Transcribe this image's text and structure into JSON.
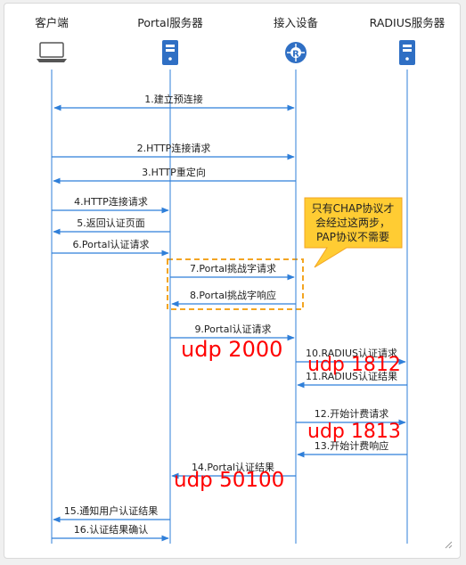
{
  "participants": [
    {
      "label": "客户端",
      "icon": "laptop-icon"
    },
    {
      "label": "Portal服务器",
      "icon": "server-icon"
    },
    {
      "label": "接入设备",
      "icon": "router-icon"
    },
    {
      "label": "RADIUS服务器",
      "icon": "server-icon"
    }
  ],
  "messages": [
    {
      "label": "1.建立预连接",
      "from": 0,
      "to": 2,
      "bidirectional": true
    },
    {
      "label": "2.HTTP连接请求",
      "from": 0,
      "to": 2
    },
    {
      "label": "3.HTTP重定向",
      "from": 2,
      "to": 0
    },
    {
      "label": "4.HTTP连接请求",
      "from": 0,
      "to": 1
    },
    {
      "label": "5.返回认证页面",
      "from": 1,
      "to": 0
    },
    {
      "label": "6.Portal认证请求",
      "from": 0,
      "to": 1
    },
    {
      "label": "7.Portal挑战字请求",
      "from": 1,
      "to": 2
    },
    {
      "label": "8.Portal挑战字响应",
      "from": 2,
      "to": 1
    },
    {
      "label": "9.Portal认证请求",
      "from": 1,
      "to": 2
    },
    {
      "label": "10.RADIUS认证请求",
      "from": 2,
      "to": 3
    },
    {
      "label": "11.RADIUS认证结果",
      "from": 3,
      "to": 2
    },
    {
      "label": "12.开始计费请求",
      "from": 2,
      "to": 3
    },
    {
      "label": "13.开始计费响应",
      "from": 3,
      "to": 2
    },
    {
      "label": "14.Portal认证结果",
      "from": 2,
      "to": 1
    },
    {
      "label": "15.通知用户认证结果",
      "from": 1,
      "to": 0
    },
    {
      "label": "16.认证结果确认",
      "from": 0,
      "to": 1
    }
  ],
  "callout": {
    "lines": [
      "只有CHAP协议才",
      "会经过这两步，",
      "PAP协议不需要"
    ]
  },
  "annotations": [
    {
      "label": "udp 2000"
    },
    {
      "label": "udp 1812"
    },
    {
      "label": "udp 1813"
    },
    {
      "label": "udp 50100"
    }
  ],
  "colors": {
    "accent": "#2f7fd9",
    "callout_fill": "#ffcc33",
    "callout_border": "#f3a522",
    "dashed_box": "#f3a522",
    "annotation": "#ff0000"
  }
}
